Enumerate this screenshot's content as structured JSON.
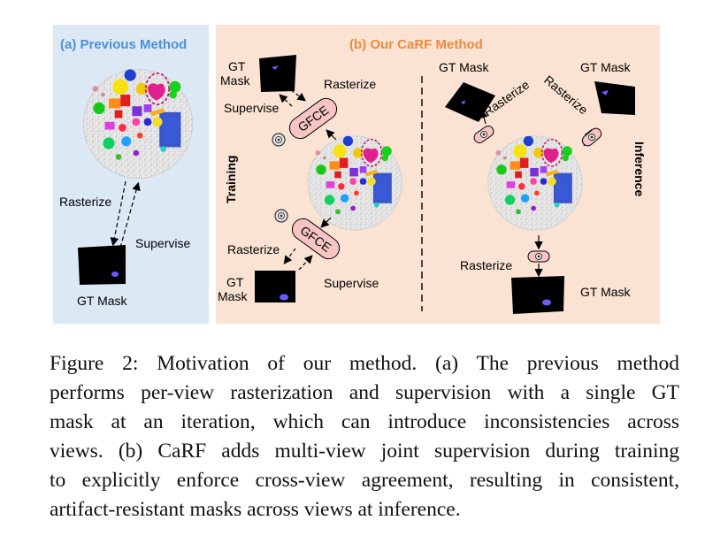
{
  "panel_a": {
    "title": "(a) Previous Method",
    "rasterize": "Rasterize",
    "supervise": "Supervise",
    "gt_mask": "GT Mask"
  },
  "panel_b": {
    "title": "(b) Our CaRF Method",
    "training_label": "Training",
    "inference_label": "Inference",
    "training": {
      "gt_mask_top_line1": "GT",
      "gt_mask_top_line2": "Mask",
      "rasterize_top": "Rasterize",
      "supervise_top": "Supervise",
      "gfce_top": "GFCE",
      "gfce_bottom": "GFCE",
      "rasterize_bottom": "Rasterize",
      "gt_mask_bottom_line1": "GT",
      "gt_mask_bottom_line2": "Mask",
      "supervise_bottom": "Supervise"
    },
    "inference": {
      "gt_mask_left": "GT Mask",
      "gt_mask_right": "GT Mask",
      "rasterize_left": "Rasterize",
      "rasterize_right": "Rasterize",
      "rasterize_bottom": "Rasterize",
      "gt_mask_bottom": "GT Mask"
    }
  },
  "colors": {
    "panel_a_bg": "#dce9f5",
    "panel_a_title": "#4a90d9",
    "panel_b_bg": "#fbe3d3",
    "panel_b_title": "#f08a3c",
    "gfce_fill": "#f7c4c4",
    "mask_black": "#000000",
    "mask_blob": "#6a5bff",
    "highlight_ellipse": "#c0186c"
  },
  "caption": {
    "line1": "Figure 2:  Motivation of our method.  (a) The previous method",
    "line2": "performs per-view rasterization and supervision with a single GT",
    "line3": "mask at an iteration, which can introduce inconsistencies across",
    "line4": "views. (b) CaRF adds multi-view joint supervision during training",
    "line5": "to explicitly enforce cross-view agreement, resulting in consistent,",
    "line6": "artifact-resistant masks across views at inference."
  }
}
